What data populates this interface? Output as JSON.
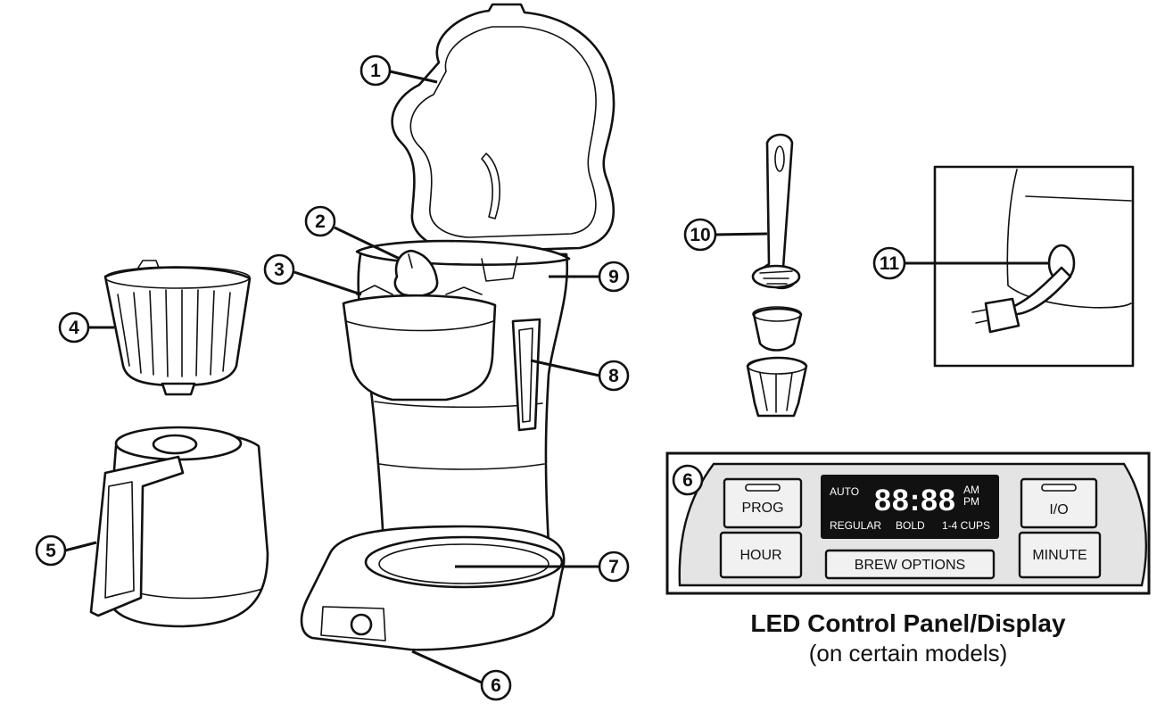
{
  "callouts": {
    "c1": "1",
    "c2": "2",
    "c3": "3",
    "c4": "4",
    "c5": "5",
    "c6_base": "6",
    "c6_panel": "6",
    "c7": "7",
    "c8": "8",
    "c9": "9",
    "c10": "10",
    "c11": "11"
  },
  "control_panel": {
    "buttons": {
      "prog": "PROG",
      "hour": "HOUR",
      "power": "I/O",
      "minute": "MINUTE",
      "brew_options": "BREW OPTIONS"
    },
    "display": {
      "auto": "AUTO",
      "digits": "88:88",
      "am": "AM",
      "pm": "PM",
      "regular": "REGULAR",
      "bold": "BOLD",
      "cups": "1-4 CUPS"
    },
    "caption_title": "LED Control Panel/Display",
    "caption_subtitle": "(on certain models)"
  }
}
